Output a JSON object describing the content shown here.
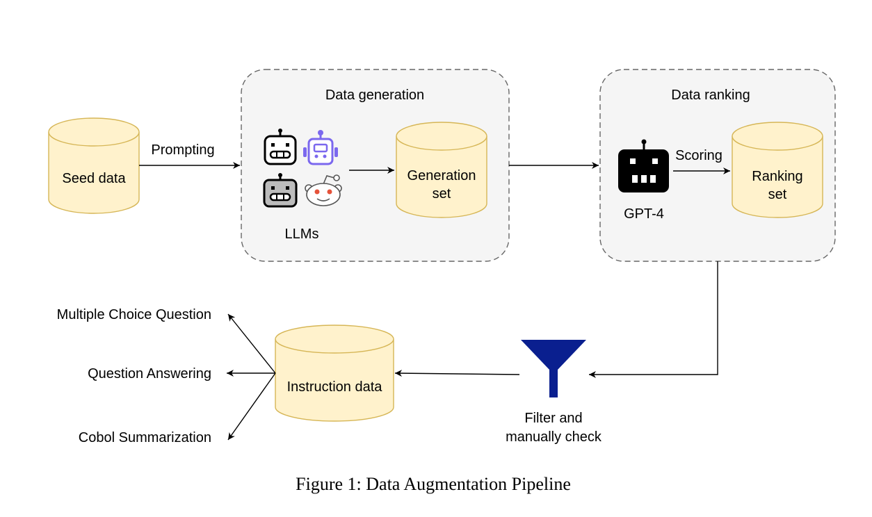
{
  "diagram": {
    "groups": {
      "generation": "Data generation",
      "ranking": "Data ranking"
    },
    "nodes": {
      "seed": "Seed data",
      "generation_line1": "Generation",
      "generation_line2": "set",
      "ranking_line1": "Ranking",
      "ranking_line2": "set",
      "instruction": "Instruction data",
      "llms": "LLMs",
      "gpt4": "GPT-4",
      "filter_line1": "Filter and",
      "filter_line2": "manually check"
    },
    "edges": {
      "prompting": "Prompting",
      "scoring": "Scoring"
    },
    "outputs": [
      "Multiple Choice Question",
      "Question Answering",
      "Cobol Summarization"
    ],
    "caption": "Figure 1: Data Augmentation Pipeline",
    "colors": {
      "cylinder_fill": "#fff2cc",
      "cylinder_stroke": "#d6b656",
      "group_fill": "#f5f5f5",
      "group_stroke": "#666666",
      "funnel": "#0a1f8f",
      "robot_violet": "#7b68ee"
    },
    "icons": [
      "robot-icon",
      "discord-bot-icon",
      "reddit-icon",
      "funnel-icon"
    ]
  }
}
